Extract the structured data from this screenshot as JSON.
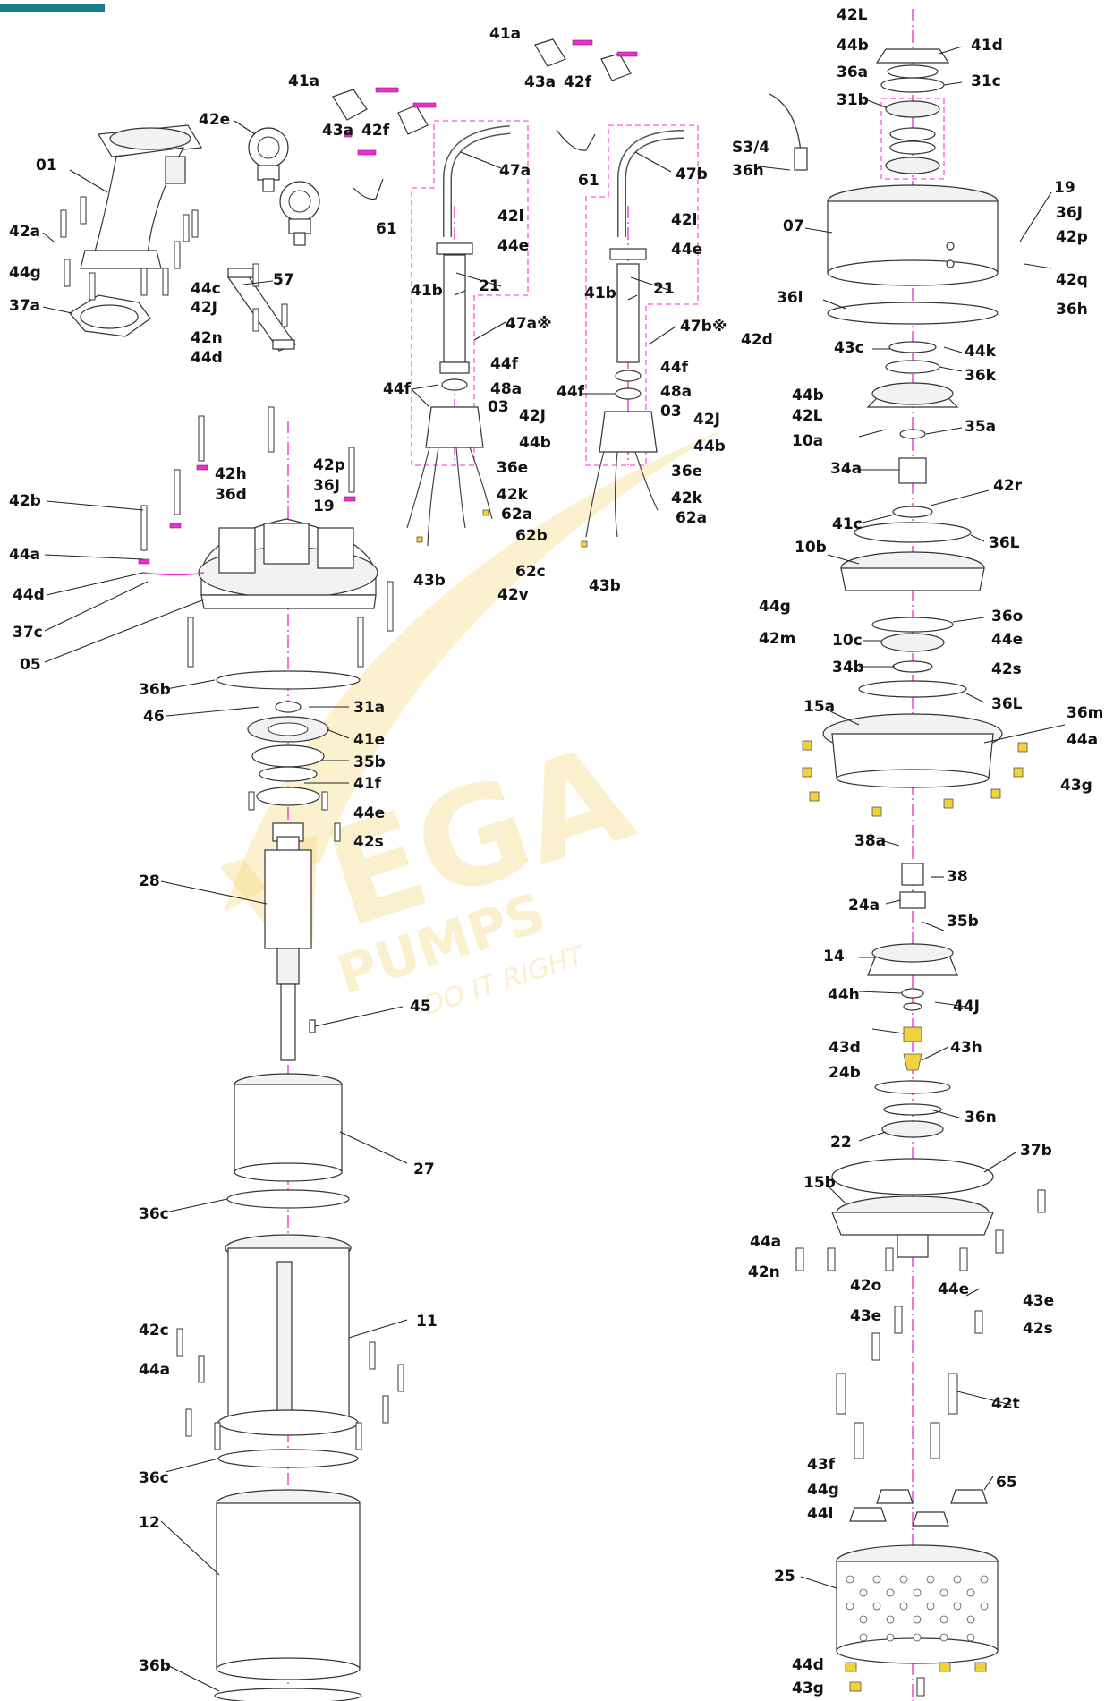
{
  "diagram": {
    "watermark": {
      "brand": "VEGA",
      "subline": "PUMPS",
      "slogan": "DO IT RIGHT"
    },
    "colors": {
      "axis": "#e020c0",
      "assembly_outline": "#ff55dd",
      "accent_bar": "#1a7f8a",
      "watermark": "#f6d675",
      "hardware_yellow": "#f2d23a"
    },
    "labels": {
      "l01": "01",
      "l42e": "42e",
      "l44g_a": "44g",
      "l42a": "42a",
      "l37a": "37a",
      "l41a_l": "41a",
      "l43a_l": "43a",
      "l42f_l": "42f",
      "l61_l": "61",
      "l57": "57",
      "l44c": "44c",
      "l42J_a": "42J",
      "l42n_a": "42n",
      "l44d_a": "44d",
      "l42b": "42b",
      "l44a_a": "44a",
      "l44d_b": "44d",
      "l37c": "37c",
      "l05": "05",
      "l42h": "42h",
      "l36d": "36d",
      "l42p_a": "42p",
      "l36J_a": "36J",
      "l19_a": "19",
      "l36b_a": "36b",
      "l46": "46",
      "l31a": "31a",
      "l41e": "41e",
      "l35b_a": "35b",
      "l41f": "41f",
      "l44e_a": "44e",
      "l42s_a": "42s",
      "l28": "28",
      "l45": "45",
      "l27": "27",
      "l36c_a": "36c",
      "l11": "11",
      "l42c": "42c",
      "l44a_b": "44a",
      "l36c_b": "36c",
      "l12": "12",
      "l36b_b": "36b",
      "l41a_m": "41a",
      "l43a_m": "43a",
      "l42f_m": "42f",
      "l47a": "47a",
      "l42l_a": "42l",
      "l44e_b": "44e",
      "l41b_a": "41b",
      "l21_a": "21",
      "l47ax": "47a※",
      "l44f_a": "44f",
      "l48a_a": "48a",
      "l44f_b": "44f",
      "l03_a": "03",
      "l42J_b": "42J",
      "l44b_a": "44b",
      "l36e_a": "36e",
      "l42k_a": "42k",
      "l62a_a": "62a",
      "l62b": "62b",
      "l43b_a": "43b",
      "l62c": "62c",
      "l42v": "42v",
      "l61_r": "61",
      "l47b": "47b",
      "l42l_b": "42l",
      "l44e_c": "44e",
      "l41b_b": "41b",
      "l21_b": "21",
      "l47bx": "47b※",
      "l44f_c": "44f",
      "l48a_b": "48a",
      "l44f_d": "44f",
      "l03_b": "03",
      "l42J_c": "42J",
      "l44b_b": "44b",
      "l36e_b": "36e",
      "l42k_b": "42k",
      "l62a_b": "62a",
      "l43b_b": "43b",
      "lS34": "S3/4",
      "l36h_a": "36h",
      "l42L_a": "42L",
      "l44b_c": "44b",
      "l41d": "41d",
      "l36a": "36a",
      "l31c": "31c",
      "l31b": "31b",
      "l07": "07",
      "l19_b": "19",
      "l36J_b": "36J",
      "l42p_b": "42p",
      "l42q": "42q",
      "l36h_b": "36h",
      "l36l_a": "36l",
      "l42d": "42d",
      "l43c": "43c",
      "l44k": "44k",
      "l36k": "36k",
      "l44b_d": "44b",
      "l42L_b": "42L",
      "l10a": "10a",
      "l35a": "35a",
      "l34a": "34a",
      "l42r": "42r",
      "l41c": "41c",
      "l36L_a": "36L",
      "l10b": "10b",
      "l44g_b": "44g",
      "l36o": "36o",
      "l42m": "42m",
      "l10c": "10c",
      "l44e_d": "44e",
      "l42s_b": "42s",
      "l34b": "34b",
      "l36L_b": "36L",
      "l15a": "15a",
      "l36m": "36m",
      "l44a_c": "44a",
      "l43g_a": "43g",
      "l38a": "38a",
      "l38": "38",
      "l24a": "24a",
      "l35b_b": "35b",
      "l14": "14",
      "l44h": "44h",
      "l44J": "44J",
      "l43d": "43d",
      "l43h": "43h",
      "l24b": "24b",
      "l36n": "36n",
      "l22": "22",
      "l37b": "37b",
      "l15b": "15b",
      "l44a_d": "44a",
      "l42n_b": "42n",
      "l42o": "42o",
      "l44e_e": "44e",
      "l43e_a": "43e",
      "l43e_b": "43e",
      "l42s_c": "42s",
      "l42t": "42t",
      "l43f": "43f",
      "l44g_c": "44g",
      "l44l": "44l",
      "l65": "65",
      "l25": "25",
      "l44d_c": "44d",
      "l43g_b": "43g"
    }
  }
}
